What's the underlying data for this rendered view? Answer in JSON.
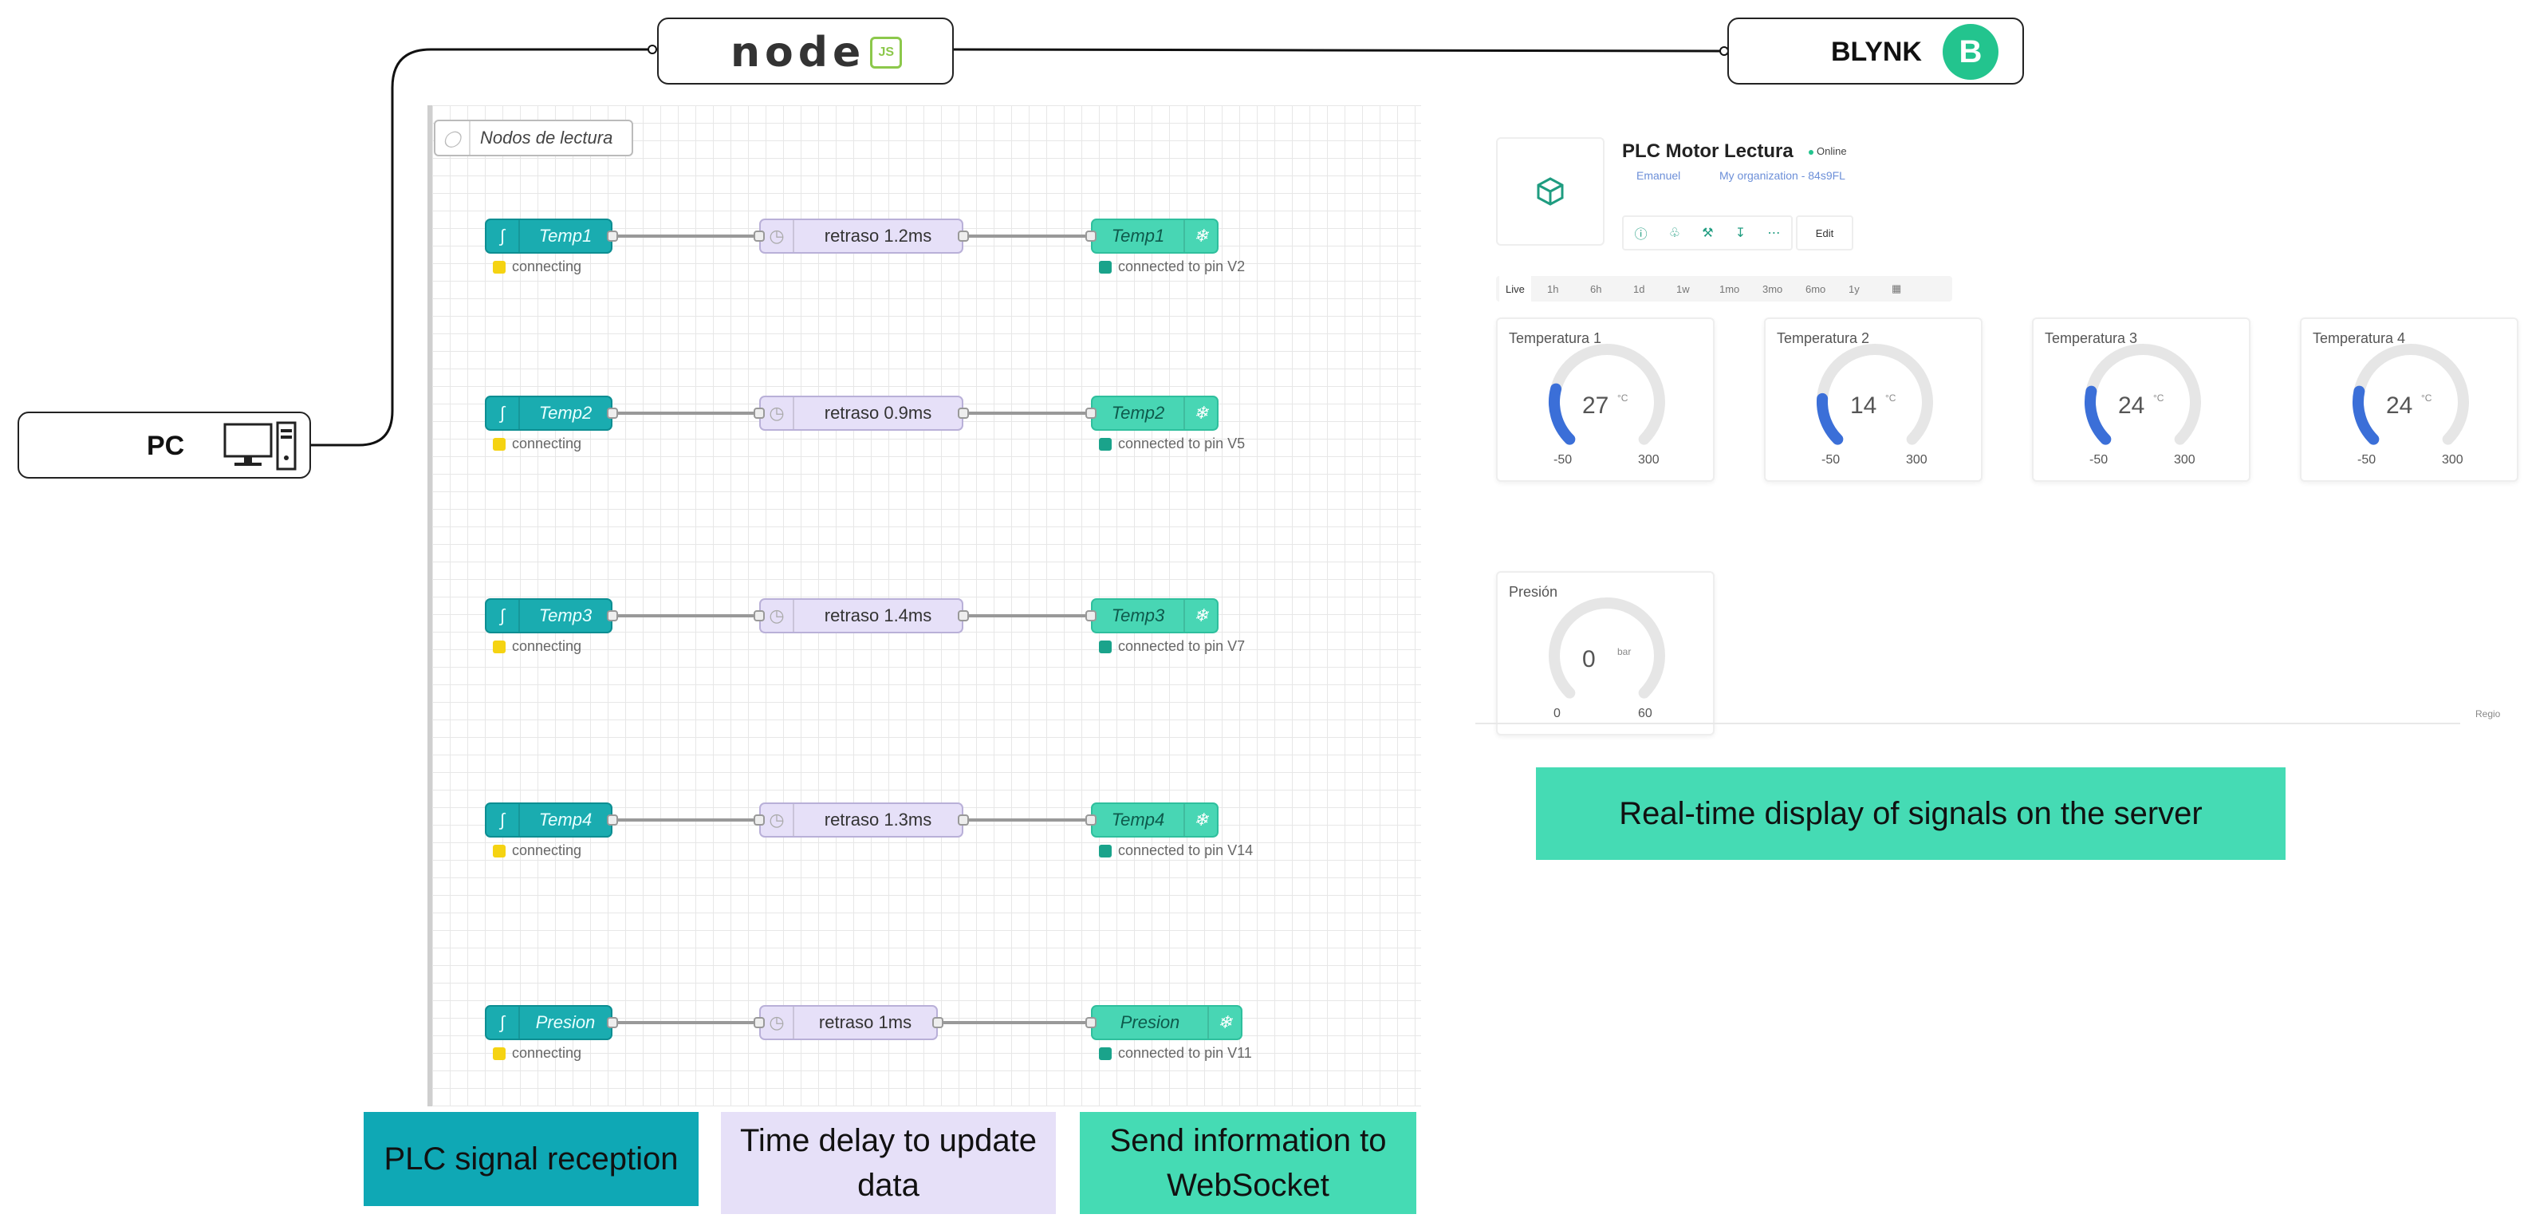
{
  "header": {
    "pc_label": "PC",
    "blynk_label": "BLYNK",
    "blynk_badge": "B",
    "nodejs_logo_text": "node",
    "nodejs_logo_badge": "JS"
  },
  "node_red": {
    "comment": "Nodos de lectura",
    "flows": [
      {
        "input": "Temp1",
        "input_status": "connecting",
        "delay": "retraso 1.2ms",
        "output": "Temp1",
        "output_status": "connected to pin V2"
      },
      {
        "input": "Temp2",
        "input_status": "connecting",
        "delay": "retraso 0.9ms",
        "output": "Temp2",
        "output_status": "connected to pin V5"
      },
      {
        "input": "Temp3",
        "input_status": "connecting",
        "delay": "retraso 1.4ms",
        "output": "Temp3",
        "output_status": "connected to pin V7"
      },
      {
        "input": "Temp4",
        "input_status": "connecting",
        "delay": "retraso 1.3ms",
        "output": "Temp4",
        "output_status": "connected to pin V14"
      },
      {
        "input": "Presion",
        "input_status": "connecting",
        "delay": "retraso 1ms",
        "output": "Presion",
        "output_status": "connected to pin V11"
      }
    ]
  },
  "legend": {
    "reception": "PLC signal reception",
    "delay": "Time delay to update data",
    "send": "Send information to WebSocket",
    "realtime": "Real-time display of signals on the server"
  },
  "dashboard": {
    "device_title": "PLC Motor Lectura",
    "status": "Online",
    "owner": "Emanuel",
    "organization": "My organization - 84s9FL",
    "edit_label": "Edit",
    "time_tabs": [
      "Live",
      "1h",
      "6h",
      "1d",
      "1w",
      "1mo",
      "3mo",
      "6mo",
      "1y"
    ],
    "region_text": "Regio",
    "gauges": [
      {
        "title": "Temperatura 1",
        "value": "27",
        "unit": "°C",
        "min": "-50",
        "max": "300",
        "fraction": 0.22
      },
      {
        "title": "Temperatura 2",
        "value": "14",
        "unit": "°C",
        "min": "-50",
        "max": "300",
        "fraction": 0.18
      },
      {
        "title": "Temperatura 3",
        "value": "24",
        "unit": "°C",
        "min": "-50",
        "max": "300",
        "fraction": 0.21
      },
      {
        "title": "Temperatura 4",
        "value": "24",
        "unit": "°C",
        "min": "-50",
        "max": "300",
        "fraction": 0.21
      },
      {
        "title": "Presión",
        "value": "0",
        "unit": "bar",
        "min": "0",
        "max": "60",
        "fraction": 0
      }
    ]
  },
  "colors": {
    "teal_input": "#1aacb0",
    "lavender_delay": "#e6e0f8",
    "mint_output": "#48d6b4",
    "blynk_green": "#23c48e",
    "gauge_blue": "#3b6fd8"
  }
}
